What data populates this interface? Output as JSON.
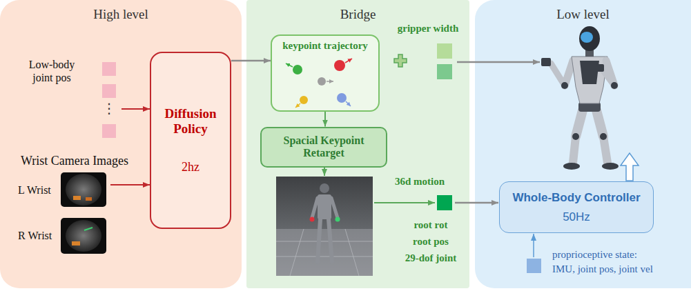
{
  "diagram": {
    "nodes": [
      {
        "text": [
          "High level"
        ]
      },
      {
        "text": [
          "Diffusion Policy",
          "2hz"
        ],
        "in": 0
      },
      {
        "text": [
          "Bridge"
        ]
      },
      {
        "text": [
          "keypoint trajectory"
        ],
        "in": 2
      },
      {
        "text": [
          "Spacial Keypoint Retarget"
        ],
        "in": 2
      },
      {
        "text": [
          "Low level"
        ]
      },
      {
        "text": [
          "Whole-Body Controller",
          "50Hz"
        ],
        "in": 5
      }
    ],
    "edges": [
      {
        "from": 1,
        "to": 3,
        "arrow": "to"
      },
      {
        "from": 3,
        "to": 4,
        "arrow": "to"
      }
    ],
    "labels": [
      "Low-body joint pos",
      "⋮",
      "Wrist Camera Images",
      "L Wrist",
      "R Wrist",
      "gripper width",
      "36d motion",
      "root rot",
      "root pos",
      "29-dof joint",
      "proprioceptive state:",
      "IMU, joint pos, joint vel"
    ]
  }
}
